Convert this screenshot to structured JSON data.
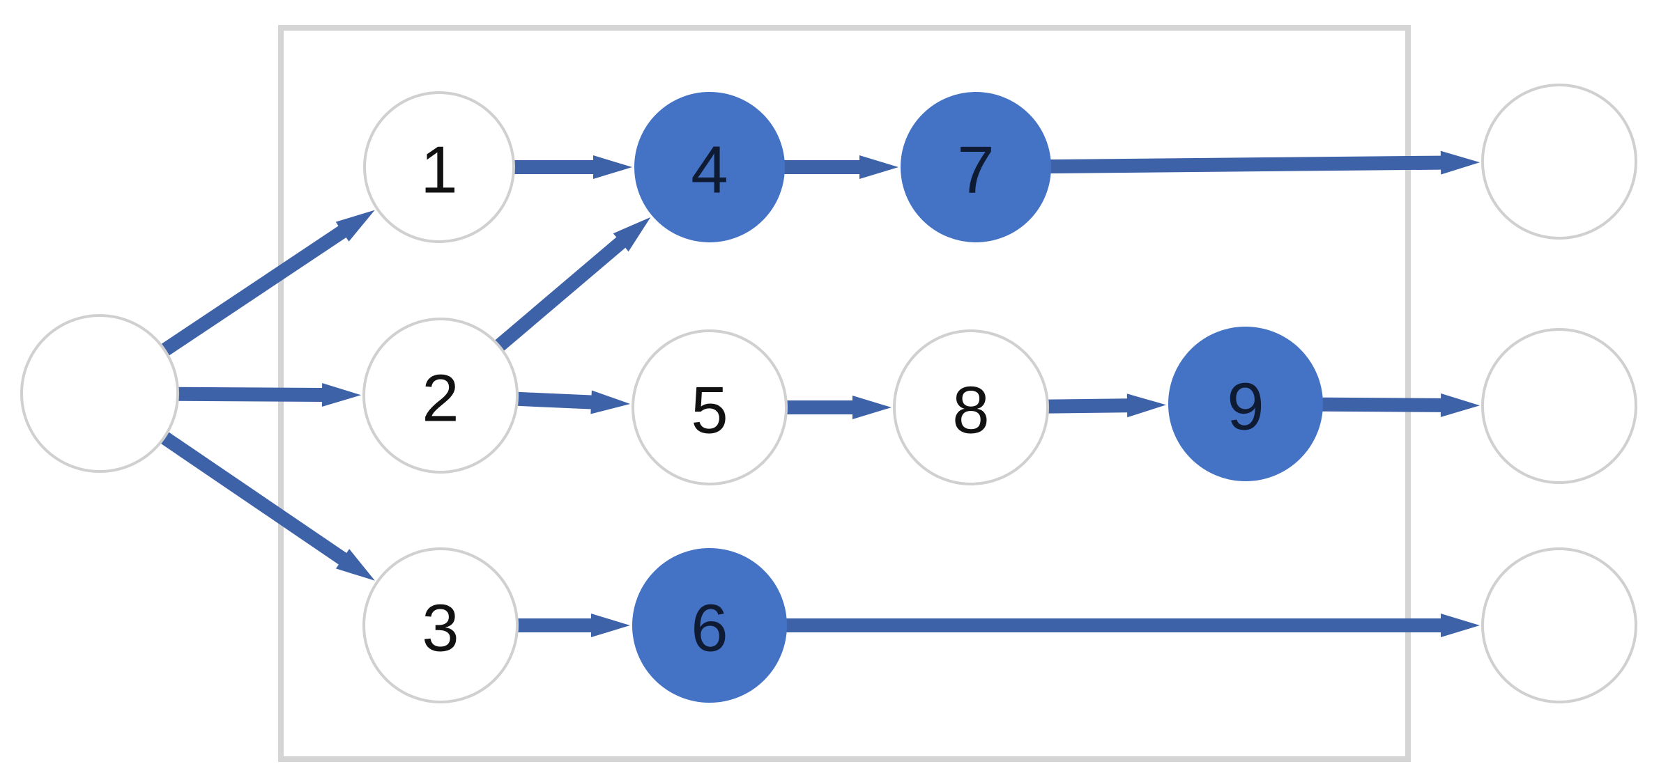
{
  "diagram": {
    "colors": {
      "accent": "#4472C4",
      "arrow": "#3E62A8",
      "node_stroke": "#D0D0D0",
      "frame_stroke": "#D5D5D5",
      "label_on_white": "#111111",
      "label_on_filled": "#0F1A33"
    },
    "nodes": [
      {
        "id": "source",
        "label": "",
        "filled": false
      },
      {
        "id": "n1",
        "label": "1",
        "filled": false
      },
      {
        "id": "n2",
        "label": "2",
        "filled": false
      },
      {
        "id": "n3",
        "label": "3",
        "filled": false
      },
      {
        "id": "n4",
        "label": "4",
        "filled": true
      },
      {
        "id": "n5",
        "label": "5",
        "filled": false
      },
      {
        "id": "n6",
        "label": "6",
        "filled": true
      },
      {
        "id": "n7",
        "label": "7",
        "filled": true
      },
      {
        "id": "n8",
        "label": "8",
        "filled": false
      },
      {
        "id": "n9",
        "label": "9",
        "filled": true
      },
      {
        "id": "out-top",
        "label": "",
        "filled": false
      },
      {
        "id": "out-middle",
        "label": "",
        "filled": false
      },
      {
        "id": "out-bottom",
        "label": "",
        "filled": false
      }
    ],
    "edges": [
      {
        "from": "source",
        "to": "n1"
      },
      {
        "from": "source",
        "to": "n2"
      },
      {
        "from": "source",
        "to": "n3"
      },
      {
        "from": "n1",
        "to": "n4"
      },
      {
        "from": "n2",
        "to": "n4"
      },
      {
        "from": "n2",
        "to": "n5"
      },
      {
        "from": "n3",
        "to": "n6"
      },
      {
        "from": "n4",
        "to": "n7"
      },
      {
        "from": "n5",
        "to": "n8"
      },
      {
        "from": "n8",
        "to": "n9"
      },
      {
        "from": "n7",
        "to": "out-top"
      },
      {
        "from": "n9",
        "to": "out-middle"
      },
      {
        "from": "n6",
        "to": "out-bottom"
      }
    ]
  }
}
